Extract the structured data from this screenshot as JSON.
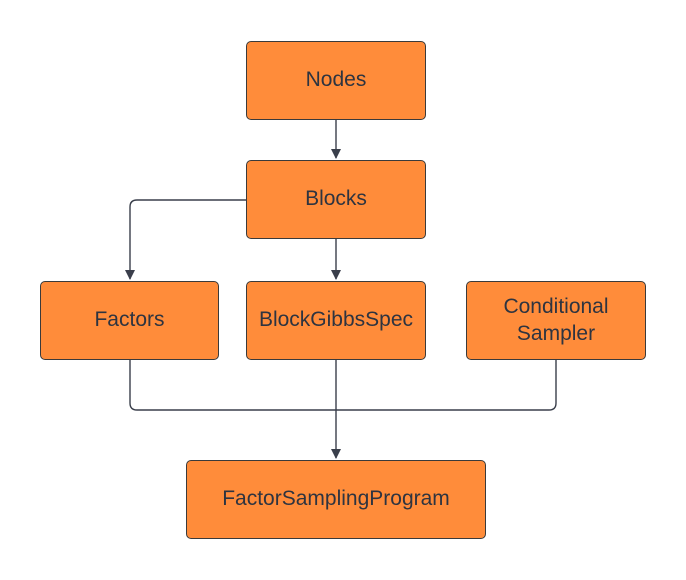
{
  "diagram": {
    "nodes": {
      "nodes": {
        "label": "Nodes"
      },
      "blocks": {
        "label": "Blocks"
      },
      "factors": {
        "label": "Factors"
      },
      "block_gibbs_spec": {
        "label": "BlockGibbsSpec"
      },
      "conditional_sampler": {
        "label": "Conditional Sampler"
      },
      "factor_sampling_program": {
        "label": "FactorSamplingProgram"
      }
    },
    "edges": [
      {
        "from": "Nodes",
        "to": "Blocks"
      },
      {
        "from": "Blocks",
        "to": "Factors"
      },
      {
        "from": "Blocks",
        "to": "BlockGibbsSpec"
      },
      {
        "from": "Factors",
        "to": "FactorSamplingProgram"
      },
      {
        "from": "BlockGibbsSpec",
        "to": "FactorSamplingProgram"
      },
      {
        "from": "Conditional Sampler",
        "to": "FactorSamplingProgram"
      }
    ],
    "colors": {
      "node_fill": "#ff8c3a",
      "node_border": "#3a3a3a",
      "connector": "#3a3f4b",
      "text": "#2e3440"
    }
  }
}
